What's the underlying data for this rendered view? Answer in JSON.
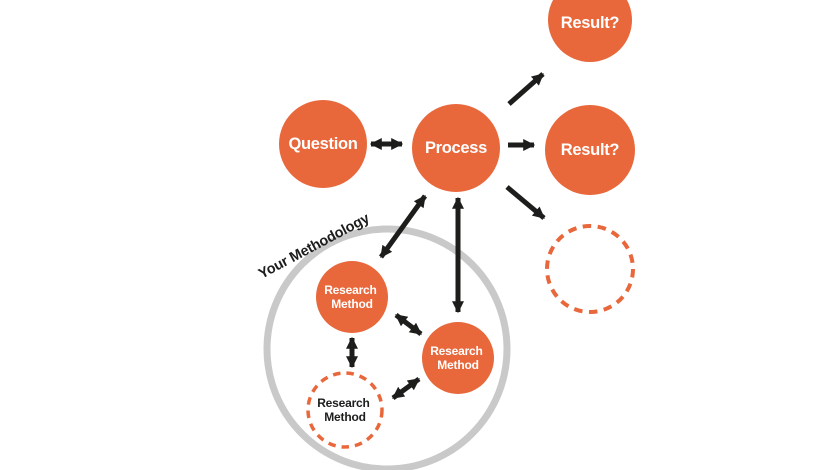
{
  "colors": {
    "orange": "#E8683C",
    "arrow-black": "#1D1D1B",
    "circle-gray": "#C9C9C9",
    "text-white": "#FFFFFF",
    "text-black": "#1D1D1B",
    "background": "#FFFFFF"
  },
  "methodology": {
    "label": "Your Methodology"
  },
  "nodes": {
    "question": {
      "label": "Question"
    },
    "process": {
      "label": "Process"
    },
    "result_top": {
      "label": "Result?"
    },
    "result_right": {
      "label": "Result?"
    },
    "research_method_a": {
      "line1": "Research",
      "line2": "Method"
    },
    "research_method_b": {
      "line1": "Research",
      "line2": "Method"
    },
    "research_method_c": {
      "line1": "Research",
      "line2": "Method"
    }
  }
}
